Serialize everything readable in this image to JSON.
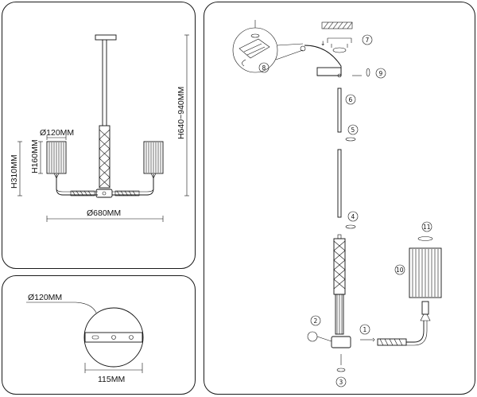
{
  "overview": {
    "diameter_shade": "Ø120MM",
    "shade_height": "H160MM",
    "total_height_low": "H310MM",
    "total_height_range": "H640~940MM",
    "span": "Ø680MM"
  },
  "canopy_detail": {
    "diameter": "Ø120MM",
    "hole_spacing": "115MM"
  },
  "assembly_steps": [
    "1",
    "2",
    "3",
    "4",
    "5",
    "6",
    "7",
    "8",
    "9",
    "10",
    "11"
  ]
}
